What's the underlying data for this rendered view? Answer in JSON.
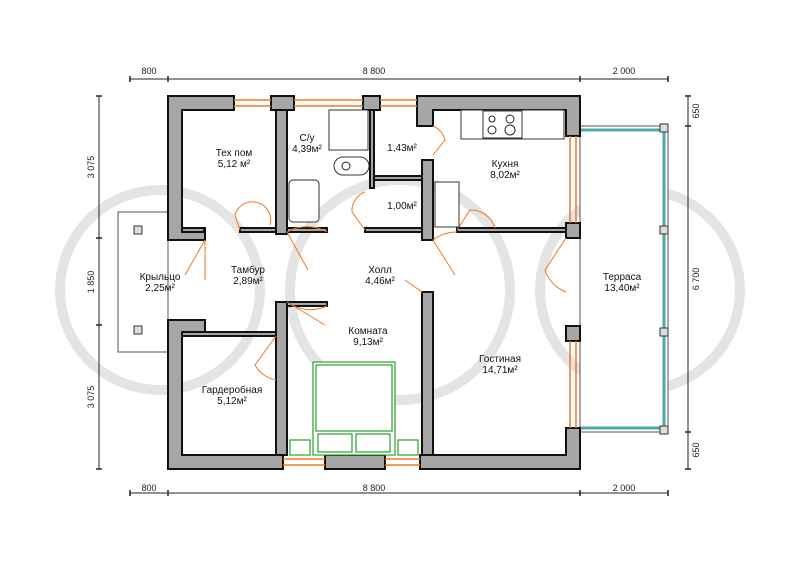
{
  "dimensions": {
    "top": [
      "800",
      "8 800",
      "2 000"
    ],
    "bottom": [
      "800",
      "8 800",
      "2 000"
    ],
    "left": [
      "3 075",
      "1 850",
      "3 075"
    ],
    "right": [
      "650",
      "6 700",
      "650"
    ]
  },
  "rooms": [
    {
      "name": "Тех пом",
      "area": "5,12 м²"
    },
    {
      "name": "С/у",
      "area": "4,39м²"
    },
    {
      "name": "",
      "area": "1,43м²"
    },
    {
      "name": "",
      "area": "1,00м²"
    },
    {
      "name": "Кухня",
      "area": "8,02м²"
    },
    {
      "name": "Крыльцо",
      "area": "2,25м²"
    },
    {
      "name": "Тамбур",
      "area": "2,89м²"
    },
    {
      "name": "Холл",
      "area": "4,46м²"
    },
    {
      "name": "Терраса",
      "area": "13,40м²"
    },
    {
      "name": "Комната",
      "area": "9,13м²"
    },
    {
      "name": "Гостиная",
      "area": "14,71м²"
    },
    {
      "name": "Гардеробная",
      "area": "5,12м²"
    }
  ],
  "colors": {
    "wall": "#a6a6a6",
    "window": "#f07820",
    "furniture_bed": "#2aa02a",
    "glazing": "#4fa8a8"
  }
}
